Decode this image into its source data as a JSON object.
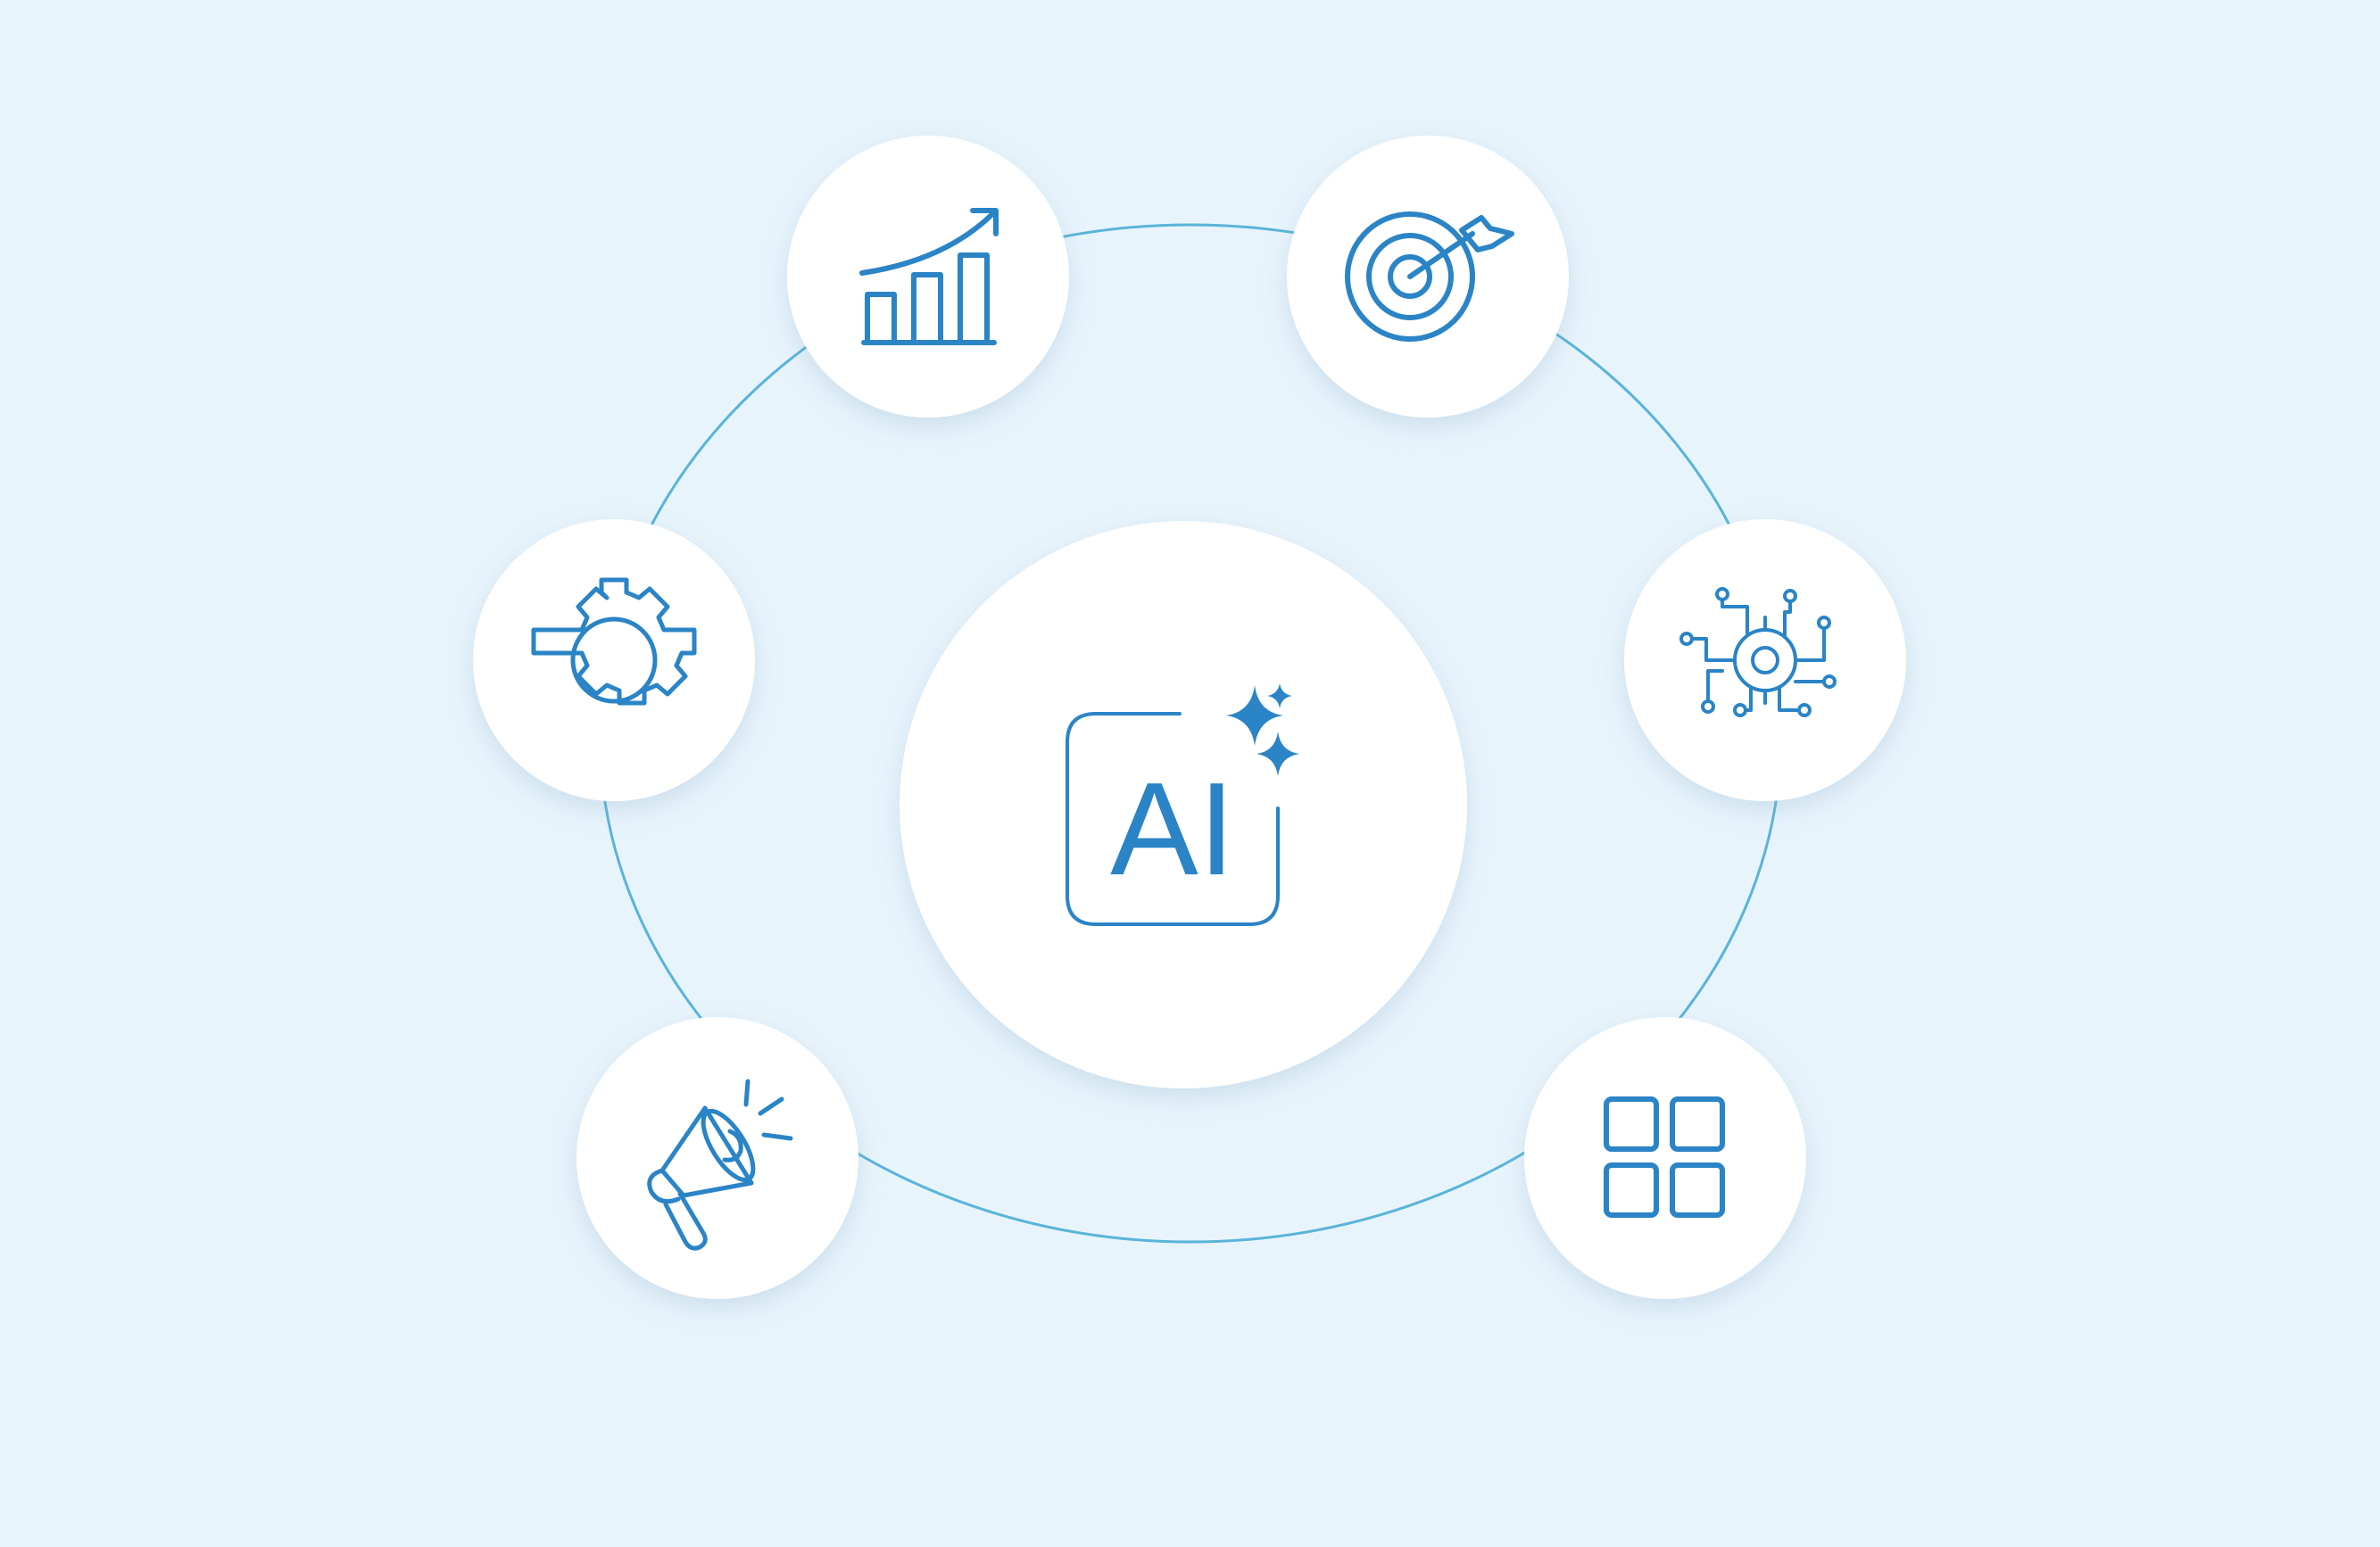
{
  "center": {
    "label": "AI",
    "icon": "ai-chip-sparkle-icon"
  },
  "nodes": [
    {
      "name": "growth-chart",
      "icon": "bar-chart-growth-icon"
    },
    {
      "name": "target",
      "icon": "target-arrow-icon"
    },
    {
      "name": "settings",
      "icon": "gear-icon"
    },
    {
      "name": "automation",
      "icon": "circuit-gear-icon"
    },
    {
      "name": "marketing",
      "icon": "megaphone-icon"
    },
    {
      "name": "apps",
      "icon": "grid-apps-icon"
    }
  ],
  "colors": {
    "background": "#e8f4fc",
    "ring": "#5ab4da",
    "icon": "#2a84c6",
    "node_fill": "#ffffff"
  }
}
